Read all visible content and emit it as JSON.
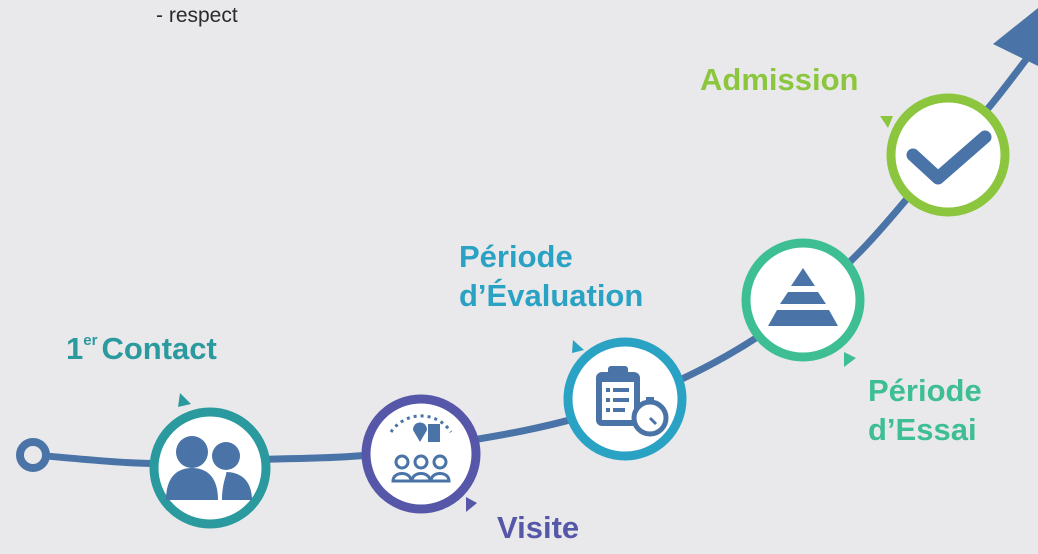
{
  "note": "- respect",
  "colors": {
    "path": "#4a74a7",
    "icon": "#4a74a7",
    "contact": "#2a9a9f",
    "visite": "#5657a8",
    "evaluation": "#2aa2c4",
    "essai": "#3dbe93",
    "admission": "#8cc63f"
  },
  "steps": {
    "contact": {
      "num": "1",
      "sup": "er",
      "word": "Contact",
      "icon": "people-icon"
    },
    "visite": {
      "label": "Visite",
      "icon": "visit-group-icon"
    },
    "evaluation": {
      "line1": "Période",
      "line2": "d’Évaluation",
      "icon": "clipboard-stopwatch-icon"
    },
    "essai": {
      "line1": "Période",
      "line2": "d’Essai",
      "icon": "pyramid-icon"
    },
    "admission": {
      "label": "Admission",
      "icon": "check-icon"
    }
  }
}
